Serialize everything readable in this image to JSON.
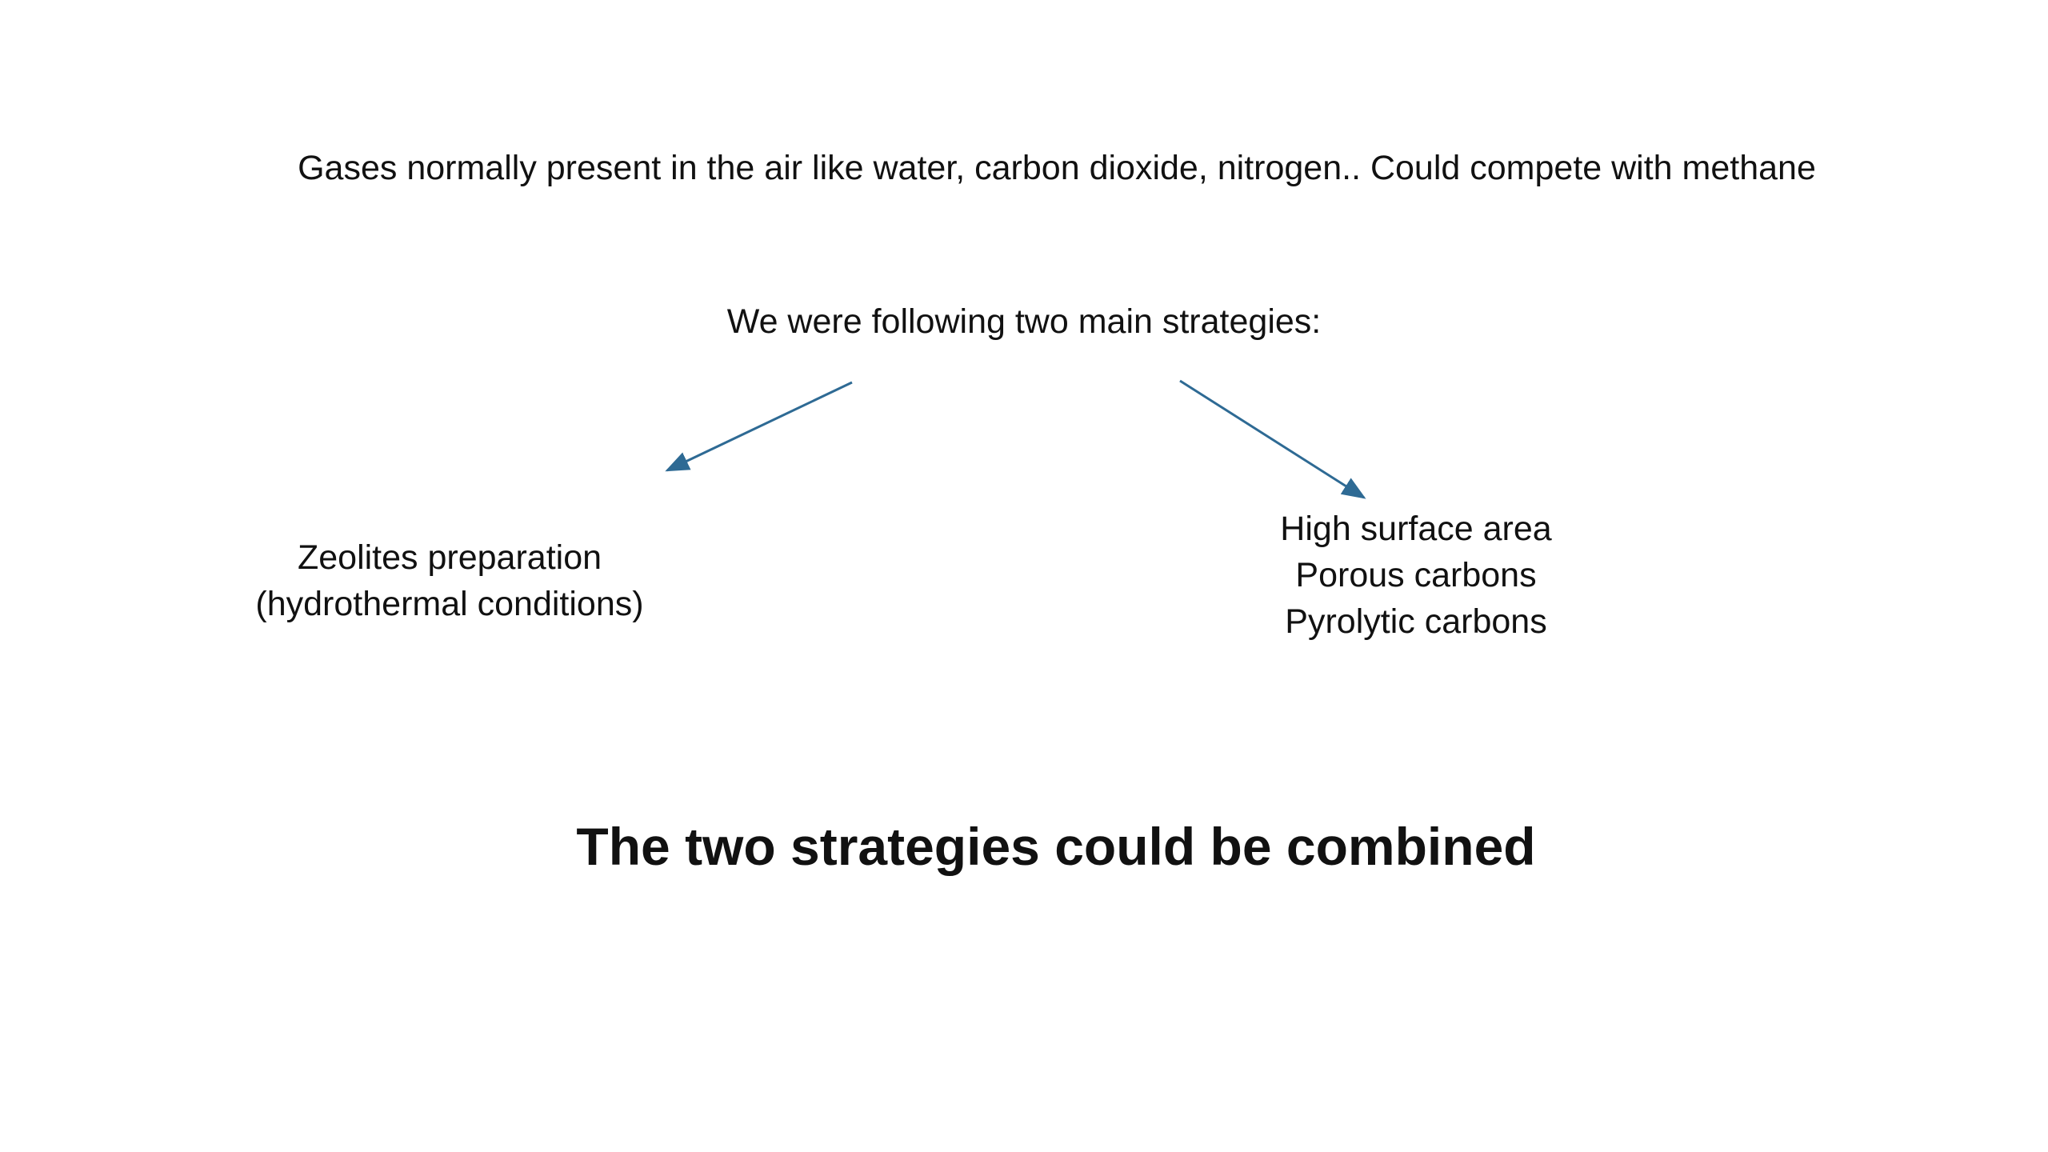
{
  "slide": {
    "intro_text": "Gases normally present in the air like water, carbon dioxide, nitrogen.. Could compete with methane",
    "strategies_heading": "We were following two main strategies:",
    "left_strategy": {
      "lines": [
        "Zeolites preparation",
        "(hydrothermal conditions)"
      ]
    },
    "right_strategy": {
      "lines": [
        "High surface area",
        "Porous carbons",
        "Pyrolytic carbons"
      ]
    },
    "conclusion": "The two strategies could be combined"
  },
  "colors": {
    "arrow": "#2e6a94",
    "text": "#111111",
    "background": "#ffffff"
  }
}
